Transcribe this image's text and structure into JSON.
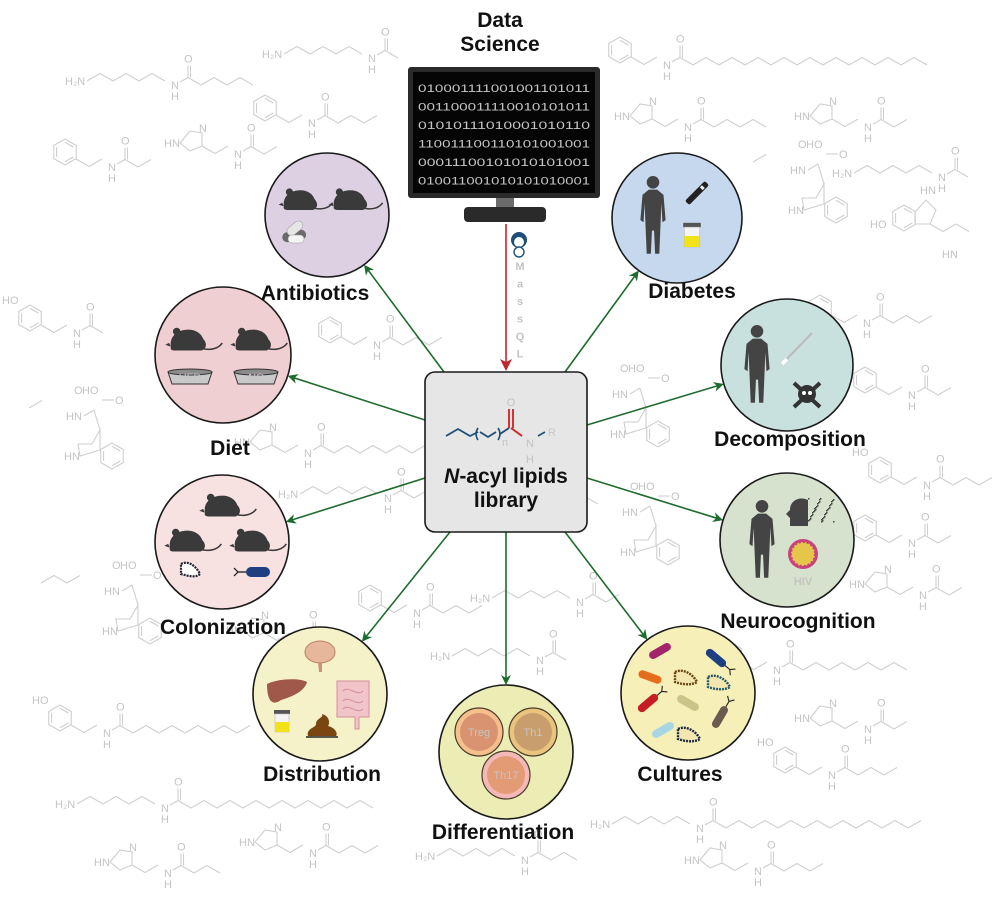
{
  "title": "N-acyl lipids library",
  "center": {
    "title_italic": "N",
    "title_rest": "-acyl lipids",
    "title_line2": "library",
    "structure": {
      "carbonyl": "O",
      "nitrogen": "N",
      "hydrogen": "H",
      "r_group": "R",
      "repeat": "n"
    }
  },
  "data_science": {
    "label_line1": "Data",
    "label_line2": "Science",
    "binary_rows": [
      "010001111001001101011",
      "001100011110010101011",
      "01010111010001010110",
      "110011100110101001001",
      "00011100101010101001",
      "010011001010101010001"
    ],
    "tool_name": "MassQL",
    "tool_letters": [
      "M",
      "a",
      "s",
      "s",
      "Q",
      "L"
    ]
  },
  "colors": {
    "arrow_green": "#1e6b2e",
    "arrow_red": "#c0272d",
    "terminal_green": "#5fd03a",
    "center_box": "#e6e6e6",
    "structure_blue": "#1d4f7a",
    "structure_red": "#d42020",
    "massql_blue": "#1d4f7a"
  },
  "nodes": [
    {
      "id": "antibiotics",
      "label": "Antibiotics",
      "fill": "#ddd0e3",
      "icons": [
        "mouse-icon",
        "mouse-icon",
        "pills-icon"
      ]
    },
    {
      "id": "diet",
      "label": "Diet",
      "fill": "#f0cfd3",
      "icons": [
        "mouse-icon",
        "mouse-icon",
        "food-bowl-icon",
        "food-bowl-icon"
      ],
      "bowl_labels": [
        "HFD",
        "NC"
      ]
    },
    {
      "id": "colonization",
      "label": "Colonization",
      "fill": "#f7e1e1",
      "icons": [
        "mouse-icon",
        "mouse-icon",
        "mouse-icon",
        "bacterium-icon",
        "bacterium-icon"
      ]
    },
    {
      "id": "distribution",
      "label": "Distribution",
      "fill": "#f5f2c9",
      "icons": [
        "brain-icon",
        "liver-icon",
        "intestine-icon",
        "urine-cup-icon",
        "stool-icon"
      ]
    },
    {
      "id": "differentiation",
      "label": "Differentiation",
      "fill": "#ecedb4",
      "cells": [
        "Treg",
        "Th1",
        "Th17"
      ]
    },
    {
      "id": "cultures",
      "label": "Cultures",
      "fill": "#f6efb7",
      "icons": [
        "bacterium-icon"
      ]
    },
    {
      "id": "neurocognition",
      "label": "Neurocognition",
      "fill": "#d6e2cd",
      "icons": [
        "human-icon",
        "head-dissolving-icon",
        "virus-icon"
      ],
      "virus_label": "HIV"
    },
    {
      "id": "decomposition",
      "label": "Decomposition",
      "fill": "#c9e1de",
      "icons": [
        "human-icon",
        "swab-icon",
        "skull-crossbones-icon"
      ]
    },
    {
      "id": "diabetes",
      "label": "Diabetes",
      "fill": "#c6d8ee",
      "icons": [
        "human-icon",
        "insulin-pen-icon",
        "urine-cup-icon"
      ]
    }
  ],
  "background_atoms": {
    "amine": "H₂N",
    "nh": "N",
    "h": "H",
    "o": "O",
    "oh": "HO",
    "hn": "HN",
    "n": "N"
  }
}
